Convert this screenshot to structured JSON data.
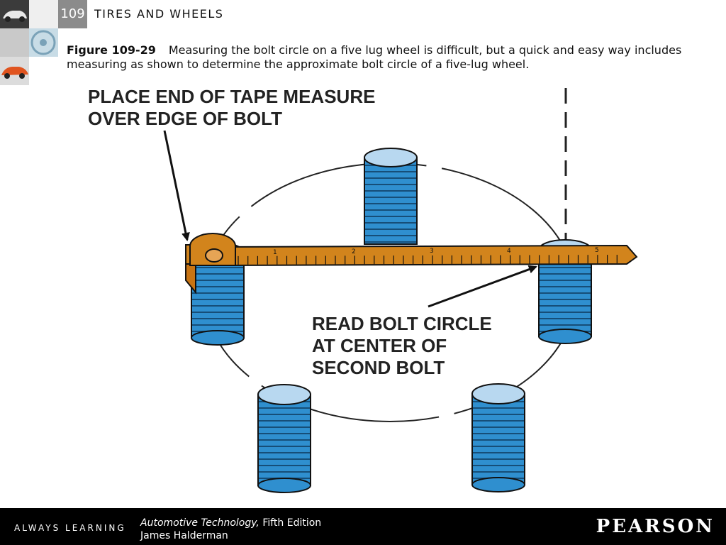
{
  "header": {
    "chapter_number": "109",
    "chapter_title": "TIRES AND WHEELS"
  },
  "caption": {
    "figure_label": "Figure 109-29",
    "text": "Measuring the bolt circle on a five lug wheel is difficult, but a quick and easy way includes measuring as shown to determine the approximate bolt circle of a five-lug wheel."
  },
  "diagram": {
    "callout_top_line1": "PLACE END OF TAPE MEASURE",
    "callout_top_line2": "OVER EDGE OF BOLT",
    "callout_bottom_line1": "READ BOLT CIRCLE",
    "callout_bottom_line2": "AT CENTER OF",
    "callout_bottom_line3": "SECOND BOLT",
    "tape_marks": [
      "1",
      "2",
      "3",
      "4",
      "5"
    ],
    "colors": {
      "stud_blue": "#2f8fcf",
      "stud_top": "#b8d8f0",
      "tape_orange": "#d2841c",
      "outline": "#111111"
    }
  },
  "footer": {
    "tagline": "ALWAYS LEARNING",
    "book_title": "Automotive Technology,",
    "edition": " Fifth Edition",
    "author": "James Halderman",
    "publisher": "PEARSON"
  }
}
